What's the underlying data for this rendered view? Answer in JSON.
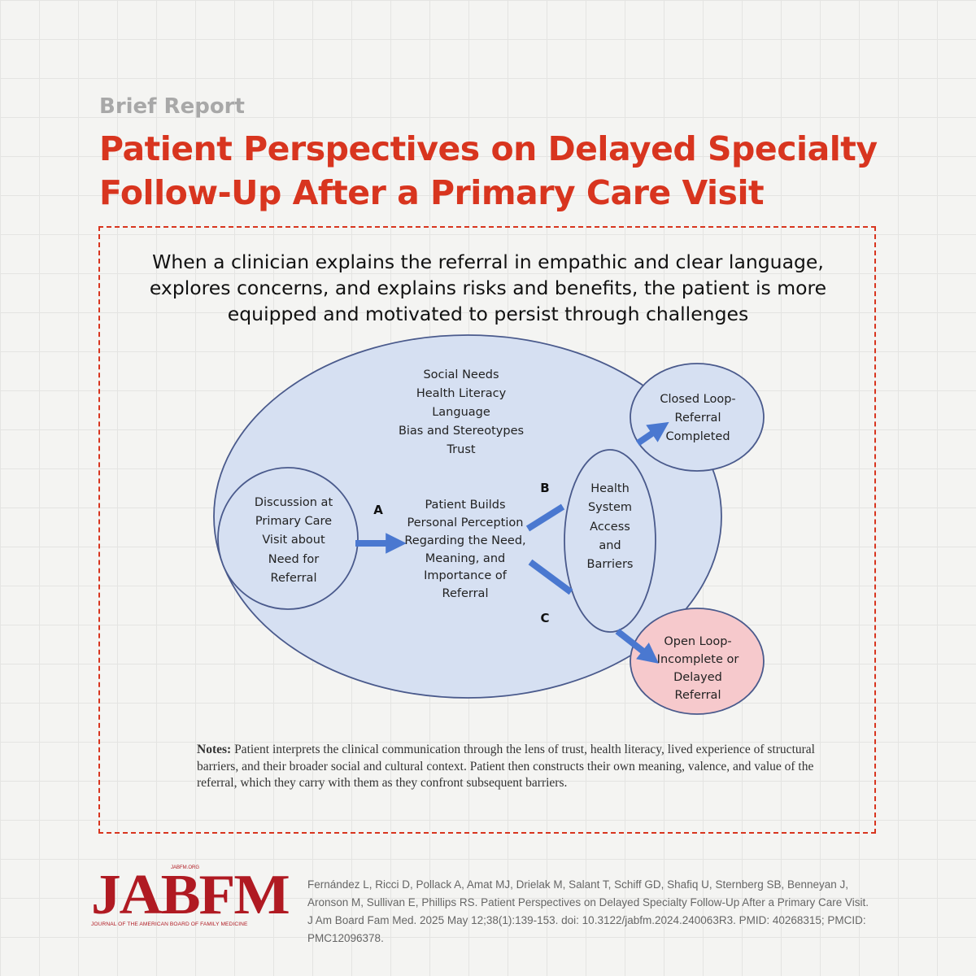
{
  "header": {
    "kicker": "Brief Report",
    "title": "Patient Perspectives on Delayed Specialty Follow-Up After a Primary Care Visit"
  },
  "intro": "When a clinician explains the referral in empathic and clear language, explores concerns, and explains risks and benefits, the patient is more equipped and motivated to persist through challenges",
  "diagram": {
    "context_lines": [
      "Social Needs",
      "Health Literacy",
      "Language",
      "Bias and Stereotypes",
      "Trust"
    ],
    "discussion_lines": [
      "Discussion at",
      "Primary Care",
      "Visit about",
      "Need for",
      "Referral"
    ],
    "perception_lines": [
      "Patient Builds",
      "Personal Perception",
      "Regarding the Need,",
      "Meaning, and",
      "Importance of",
      "Referral"
    ],
    "system_lines": [
      "Health",
      "System",
      "Access",
      "and",
      "Barriers"
    ],
    "closed_lines": [
      "Closed Loop-",
      "Referral",
      "Completed"
    ],
    "open_lines": [
      "Open Loop-",
      "Incomplete or",
      "Delayed",
      "Referral"
    ],
    "label_a": "A",
    "label_b": "B",
    "label_c": "C",
    "colors": {
      "fill": "#d6e0f2",
      "open_fill": "#f6c9cc",
      "stroke": "#4a5a8c",
      "arrow": "#4a78d0"
    }
  },
  "notes": {
    "label": "Notes:",
    "text": " Patient interprets the clinical communication through the lens of trust, health literacy, lived experience of structural barriers, and their broader social and cultural context. Patient then constructs their own meaning, valence, and value of the referral, which they carry with them as they confront subsequent barriers."
  },
  "logo": {
    "small": "JABFM.ORG",
    "big": "JABFM",
    "sub": "JOURNAL OF THE AMERICAN BOARD OF FAMILY MEDICINE"
  },
  "citation": "Fernández L, Ricci D, Pollack A, Amat MJ, Drielak M, Salant T, Schiff GD, Shafiq U, Sternberg SB, Benneyan J, Aronson M, Sullivan E, Phillips RS. Patient Perspectives on Delayed Specialty Follow-Up After a Primary Care Visit. J Am Board Fam Med. 2025 May 12;38(1):139-153. doi: 10.3122/jabfm.2024.240063R3. PMID: 40268315; PMCID: PMC12096378."
}
